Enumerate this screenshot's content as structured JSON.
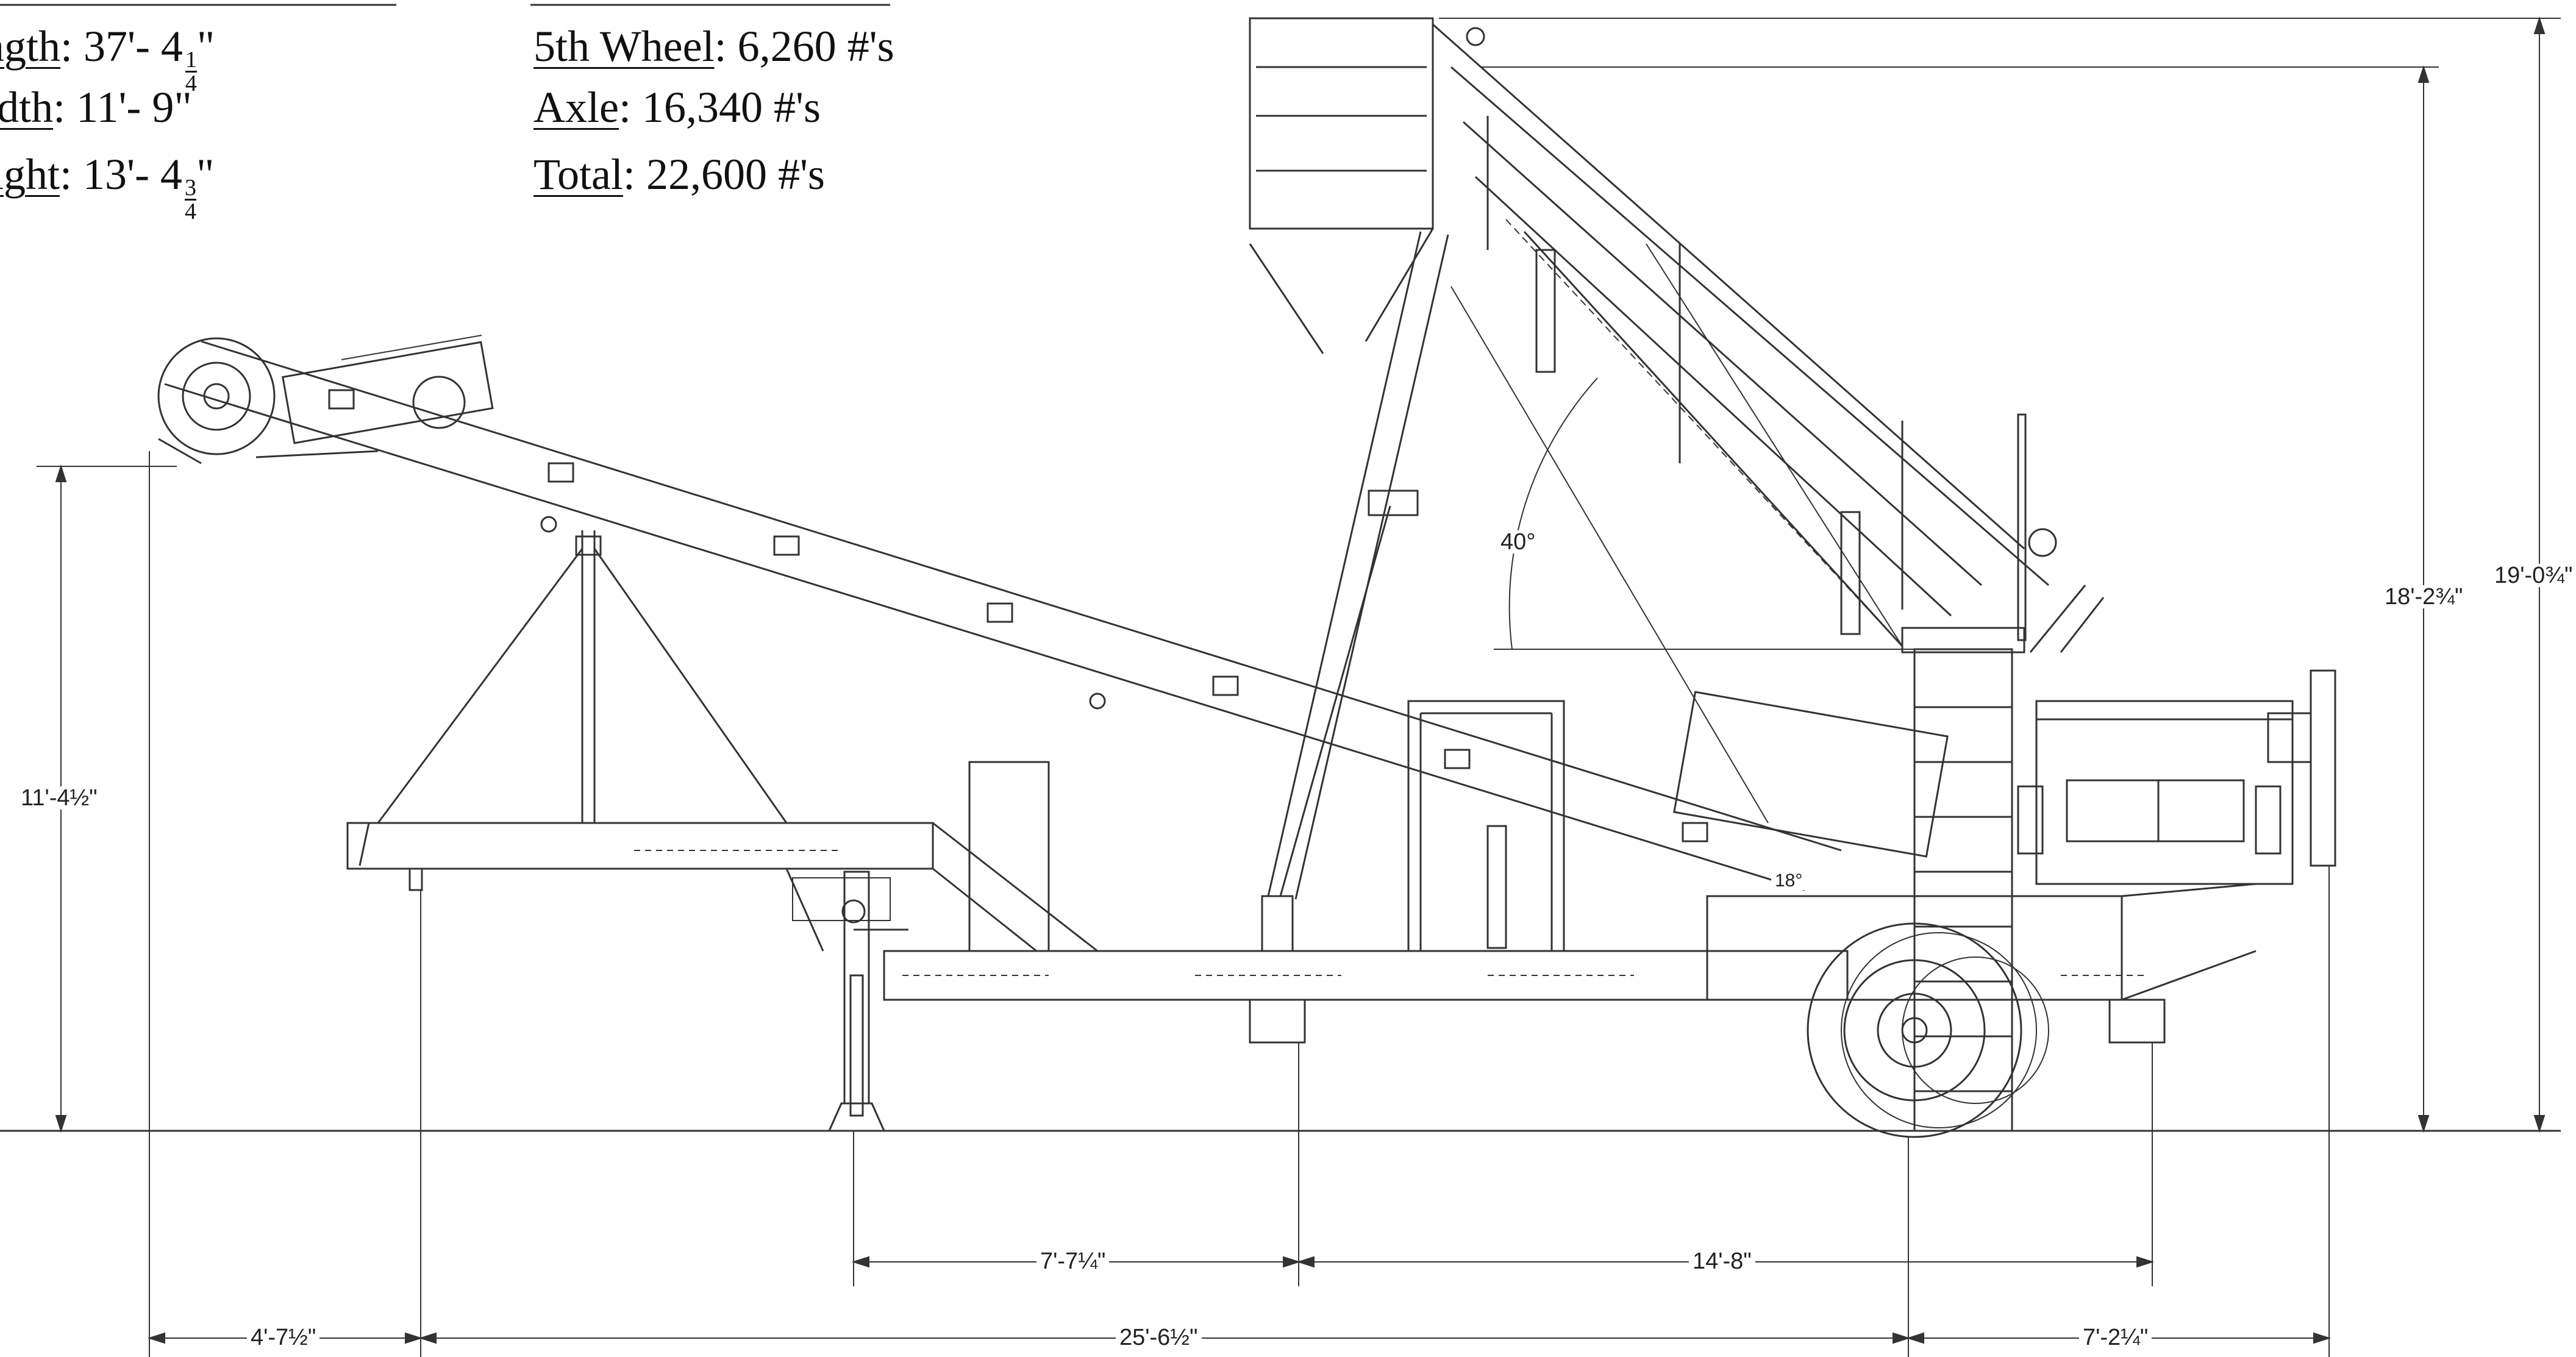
{
  "specs_left": [
    {
      "label": "Length",
      "value": "37'- 4",
      "frac_num": "1",
      "frac_den": "4",
      "suffix": "\""
    },
    {
      "label": "Width",
      "value": "11'- 9\"",
      "frac_num": "",
      "frac_den": "",
      "suffix": ""
    },
    {
      "label": "Height",
      "value": "13'- 4",
      "frac_num": "3",
      "frac_den": "4",
      "suffix": "\""
    }
  ],
  "specs_right": [
    {
      "label": "5th Wheel",
      "value": "6,260 #'s"
    },
    {
      "label": "Axle",
      "value": "16,340 #'s"
    },
    {
      "label": "Total",
      "value": "22,600 #'s"
    }
  ],
  "dimensions": {
    "left_height": "11'-4½\"",
    "mid_height": "18'-2¾\"",
    "right_height": "19'-0¾\"",
    "angle_top": "40°",
    "angle_small": "18°",
    "jack_to_leg": "7'-7¼\"",
    "leg_to_rear": "14'-8\"",
    "front_offset": "4'-7½\"",
    "main_span": "25'-6½\"",
    "rear_offset": "7'-2¼\""
  },
  "colors": {
    "line": "#333333",
    "text": "#111111",
    "background": "#ffffff"
  }
}
